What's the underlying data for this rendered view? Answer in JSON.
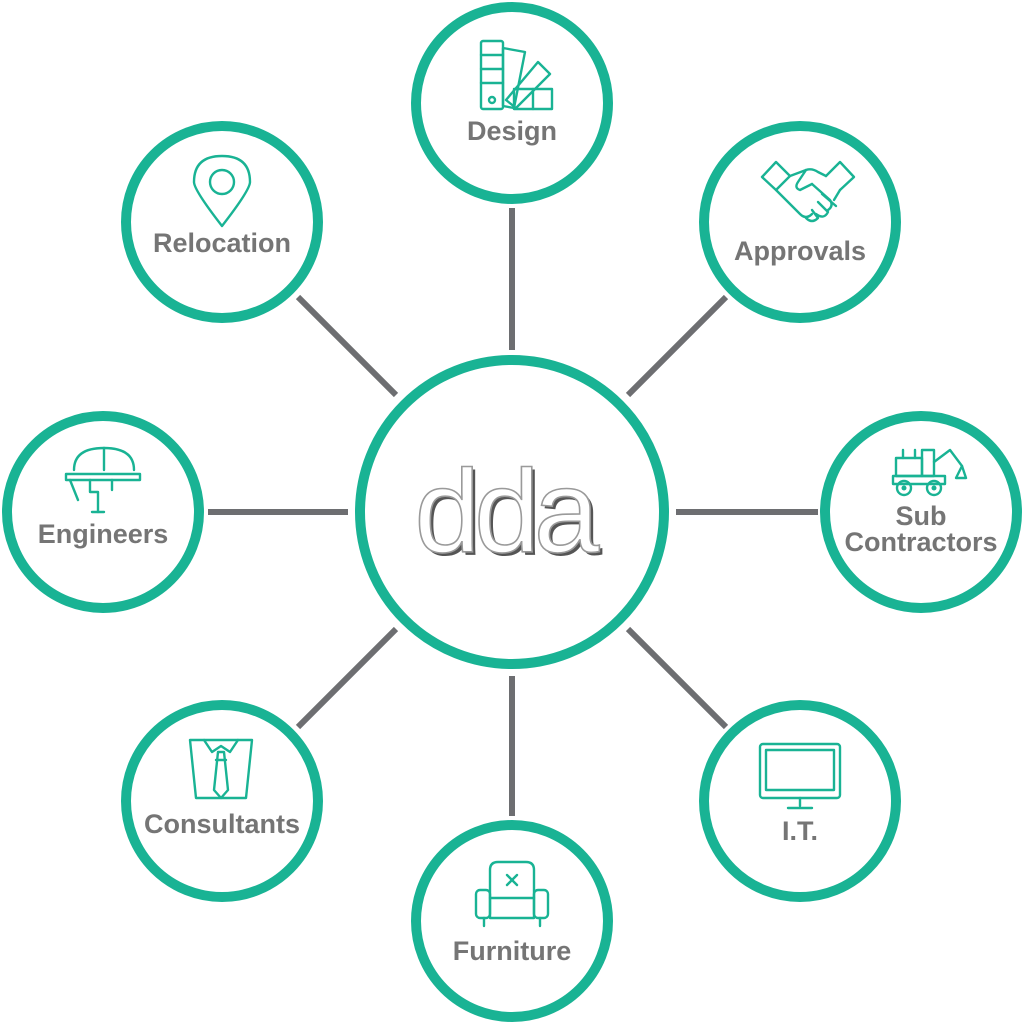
{
  "hub": {
    "logo_text": "dda"
  },
  "nodes": [
    {
      "key": "design",
      "label": "Design",
      "icon": "color-swatch-icon"
    },
    {
      "key": "approvals",
      "label": "Approvals",
      "icon": "handshake-icon"
    },
    {
      "key": "sub-contractors",
      "label_lines": [
        "Sub",
        "Contractors"
      ],
      "icon": "excavator-icon"
    },
    {
      "key": "it",
      "label": "I.T.",
      "icon": "monitor-icon"
    },
    {
      "key": "furniture",
      "label": "Furniture",
      "icon": "armchair-icon"
    },
    {
      "key": "consultants",
      "label": "Consultants",
      "icon": "shirt-tie-icon"
    },
    {
      "key": "engineers",
      "label": "Engineers",
      "icon": "hard-hat-icon"
    },
    {
      "key": "relocation",
      "label": "Relocation",
      "icon": "map-pin-icon"
    }
  ],
  "colors": {
    "accent": "#19b394",
    "connector": "#6d6e71",
    "label": "#757575"
  }
}
